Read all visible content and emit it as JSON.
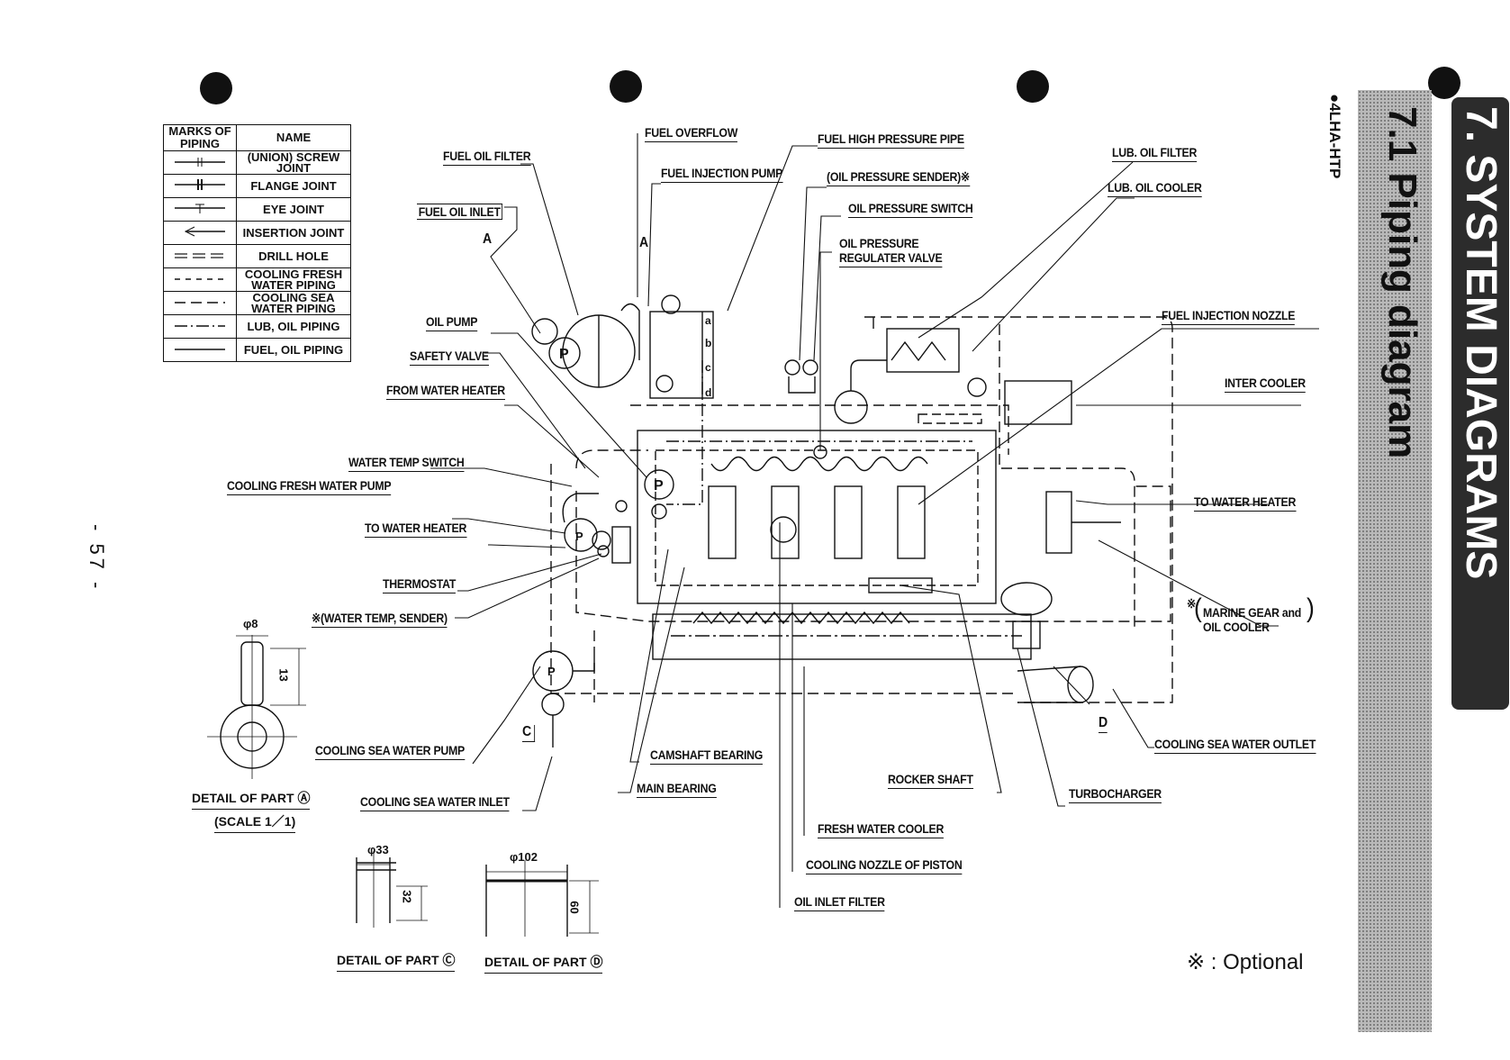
{
  "header": {
    "section": "7. SYSTEM DIAGRAMS",
    "subsection": "7.1 Piping diagram",
    "model": "●4LHA-HTP"
  },
  "page_number": "- 57 -",
  "legend": {
    "col_marks": "MARKS OF PIPING",
    "col_name": "NAME",
    "rows": [
      {
        "symbol": "union-screw-joint-icon",
        "name": "(UNION) SCREW JOINT"
      },
      {
        "symbol": "flange-joint-icon",
        "name": "FLANGE JOINT"
      },
      {
        "symbol": "eye-joint-icon",
        "name": "EYE JOINT"
      },
      {
        "symbol": "insertion-joint-icon",
        "name": "INSERTION JOINT"
      },
      {
        "symbol": "drill-hole-icon",
        "name": "DRILL HOLE"
      },
      {
        "symbol": "short-dash-line",
        "name": "COOLING FRESH WATER PIPING"
      },
      {
        "symbol": "long-dash-line",
        "name": "COOLING SEA WATER PIPING"
      },
      {
        "symbol": "dash-dot-line",
        "name": "LUB, OIL PIPING"
      },
      {
        "symbol": "solid-line",
        "name": "FUEL, OIL PIPING"
      }
    ]
  },
  "labels": {
    "fuel_overflow": "FUEL OVERFLOW",
    "fuel_high_pressure_pipe": "FUEL HIGH PRESSURE PIPE",
    "fuel_oil_filter": "FUEL OIL FILTER",
    "fuel_injection_pump": "FUEL INJECTION PUMP",
    "oil_pressure_sender": "(OIL PRESSURE SENDER)※",
    "oil_pressure_switch": "OIL PRESSURE SWITCH",
    "fuel_oil_inlet": "FUEL OIL INLET",
    "oil_pressure_regulater_1": "OIL PRESSURE",
    "oil_pressure_regulater_2": "REGULATER VALVE",
    "lub_oil_filter": "LUB. OIL FILTER",
    "lub_oil_cooler": "LUB. OIL COOLER",
    "fuel_injection_nozzle": "FUEL INJECTION NOZZLE",
    "oil_pump": "OIL PUMP",
    "safety_valve": "SAFETY VALVE",
    "from_water_heater": "FROM WATER HEATER",
    "inter_cooler": "INTER COOLER",
    "water_temp_switch": "WATER TEMP SWITCH",
    "cooling_fresh_water_pump": "COOLING FRESH WATER PUMP",
    "to_water_heater_left": "TO WATER HEATER",
    "to_water_heater_right": "TO WATER HEATER",
    "thermostat": "THERMOSTAT",
    "water_temp_sender": "※(WATER TEMP, SENDER)",
    "marine_gear_1": "MARINE GEAR and",
    "marine_gear_2": "OIL COOLER",
    "cooling_sea_water_pump": "COOLING SEA WATER PUMP",
    "camshaft_bearing": "CAMSHAFT BEARING",
    "cooling_sea_water_outlet": "COOLING SEA WATER OUTLET",
    "rocker_shaft": "ROCKER SHAFT",
    "main_bearing": "MAIN BEARING",
    "turbocharger": "TURBOCHARGER",
    "cooling_sea_water_inlet": "COOLING SEA WATER INLET",
    "fresh_water_cooler": "FRESH WATER COOLER",
    "cooling_nozzle_of_piston": "COOLING NOZZLE OF PISTON",
    "oil_inlet_filter": "OIL INLET FILTER",
    "ref_a1": "A",
    "ref_a2": "A",
    "ref_c": "C",
    "ref_d": "D",
    "optional_mark": "※ : Optional",
    "footnote_mark": "※",
    "port_a": "a",
    "port_b": "b",
    "port_c": "c",
    "port_d": "d",
    "pump_p": "P"
  },
  "details": {
    "part_a_title": "DETAIL OF PART Ⓐ",
    "part_a_scale": "(SCALE 1／1)",
    "part_a_dim1": "φ8",
    "part_a_dim2": "13",
    "part_c_title": "DETAIL OF PART Ⓒ",
    "part_c_dim1": "φ33",
    "part_c_dim2": "32",
    "part_d_title": "DETAIL OF PART Ⓓ",
    "part_d_dim1": "φ102",
    "part_d_dim2": "60"
  }
}
